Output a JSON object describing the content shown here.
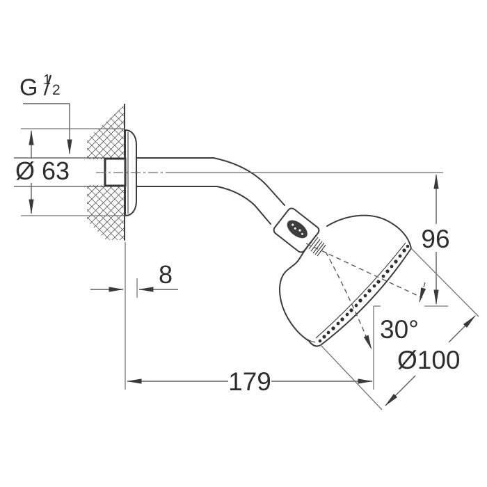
{
  "drawing": {
    "product": "wall-mounted-shower-head-technical-drawing",
    "thread_label": {
      "prefix": "G",
      "numerator": "1",
      "denominator": "2"
    },
    "dimensions": {
      "escutcheon_diameter": "Ø 63",
      "escutcheon_depth": "8",
      "arm_length": "179",
      "head_drop": "96",
      "spray_angle": "30°",
      "head_diameter": "Ø100"
    }
  }
}
